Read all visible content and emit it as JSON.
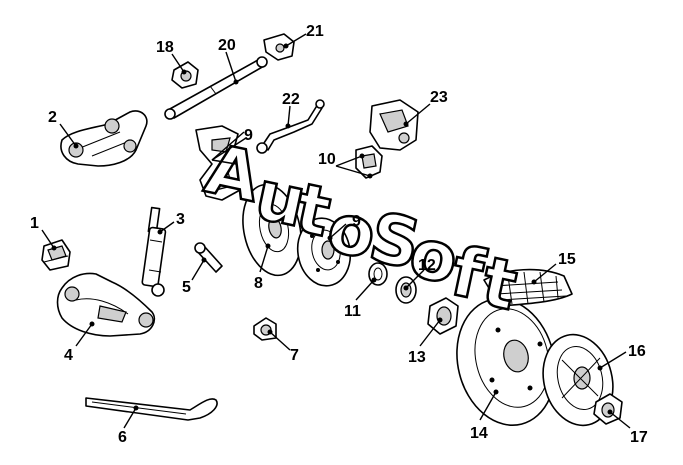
{
  "diagram": {
    "watermark_letters": [
      "A",
      "u",
      "t",
      "o",
      "S",
      "o",
      "f",
      "t"
    ],
    "callouts": [
      {
        "id": "c1",
        "text": "1"
      },
      {
        "id": "c2",
        "text": "2"
      },
      {
        "id": "c3",
        "text": "3"
      },
      {
        "id": "c4",
        "text": "4"
      },
      {
        "id": "c5",
        "text": "5"
      },
      {
        "id": "c6",
        "text": "6"
      },
      {
        "id": "c7",
        "text": "7"
      },
      {
        "id": "c8",
        "text": "8"
      },
      {
        "id": "c9a",
        "text": "9"
      },
      {
        "id": "c9b",
        "text": "9"
      },
      {
        "id": "c10",
        "text": "10"
      },
      {
        "id": "c11",
        "text": "11"
      },
      {
        "id": "c12",
        "text": "12"
      },
      {
        "id": "c13",
        "text": "13"
      },
      {
        "id": "c14",
        "text": "14"
      },
      {
        "id": "c15",
        "text": "15"
      },
      {
        "id": "c16",
        "text": "16"
      },
      {
        "id": "c17",
        "text": "17"
      },
      {
        "id": "c18",
        "text": "18"
      },
      {
        "id": "c20",
        "text": "20"
      },
      {
        "id": "c21",
        "text": "21"
      },
      {
        "id": "c22",
        "text": "22"
      },
      {
        "id": "c23",
        "text": "23"
      }
    ]
  }
}
